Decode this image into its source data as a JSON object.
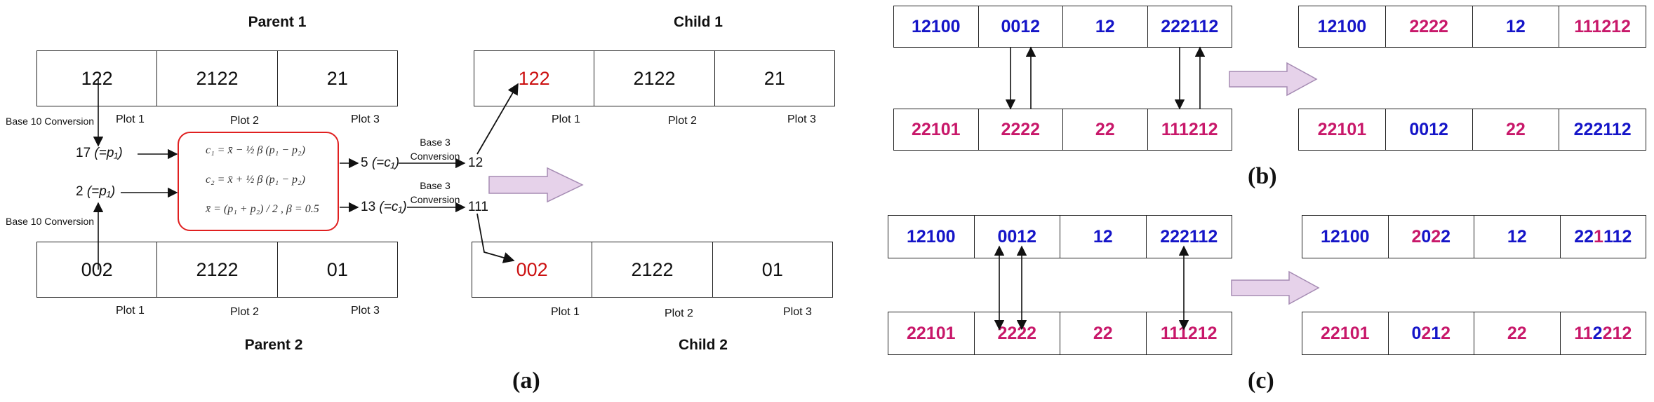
{
  "panel_a": {
    "parent1_title": "Parent 1",
    "parent2_title": "Parent 2",
    "child1_title": "Child 1",
    "child2_title": "Child 2",
    "parent1_cells": [
      "122",
      "2122",
      "21"
    ],
    "parent2_cells": [
      "002",
      "2122",
      "01"
    ],
    "child1_cells": [
      "122",
      "2122",
      "21"
    ],
    "child2_cells": [
      "002",
      "2122",
      "01"
    ],
    "plot_labels": [
      "Plot 1",
      "Plot 2",
      "Plot 3"
    ],
    "base10_label": "Base 10 Conversion",
    "base3_label_line1": "Base 3",
    "base3_label_line2": "Conversion",
    "p1_value": "17",
    "p1_symbol": "(=p₁)",
    "p2_value": "2",
    "p2_symbol": "(=p₁)",
    "c1_value": "5",
    "c1_symbol": "(=c₁)",
    "c2_value": "13",
    "c2_symbol": "(=c₁)",
    "c1_base3": "12",
    "c2_base3": "111",
    "equations": [
      "c₁ = x̄ − ½ β (p₁ − p₂)",
      "c₂ = x̄ + ½ β (p₁ − p₂)",
      "x̄ = (p₁ + p₂) / 2 ,  β = 0.5"
    ],
    "caption": "(a)"
  },
  "panel_b": {
    "top_before": [
      "12100",
      "0012",
      "12",
      "222112"
    ],
    "bottom_before": [
      "22101",
      "2222",
      "22",
      "111212"
    ],
    "top_after": [
      "12100",
      "2222",
      "12",
      "111212"
    ],
    "bottom_after": [
      "22101",
      "0012",
      "22",
      "222112"
    ],
    "caption": "(b)"
  },
  "panel_c": {
    "top_before": [
      "12100",
      "0012",
      "12",
      "222112"
    ],
    "bottom_before": [
      "22101",
      "2222",
      "22",
      "111212"
    ],
    "top_after": [
      "12100",
      "2022",
      "12",
      "221112"
    ],
    "bottom_after": [
      "22101",
      "0212",
      "22",
      "112212"
    ],
    "caption": "(c)"
  },
  "colors": {
    "blue": "#1515c8",
    "magenta": "#c8186a",
    "red": "#cc1111",
    "arrow_fill": "#e6d2ea",
    "arrow_stroke": "#a58bb3",
    "formula_box": "#e02020"
  }
}
